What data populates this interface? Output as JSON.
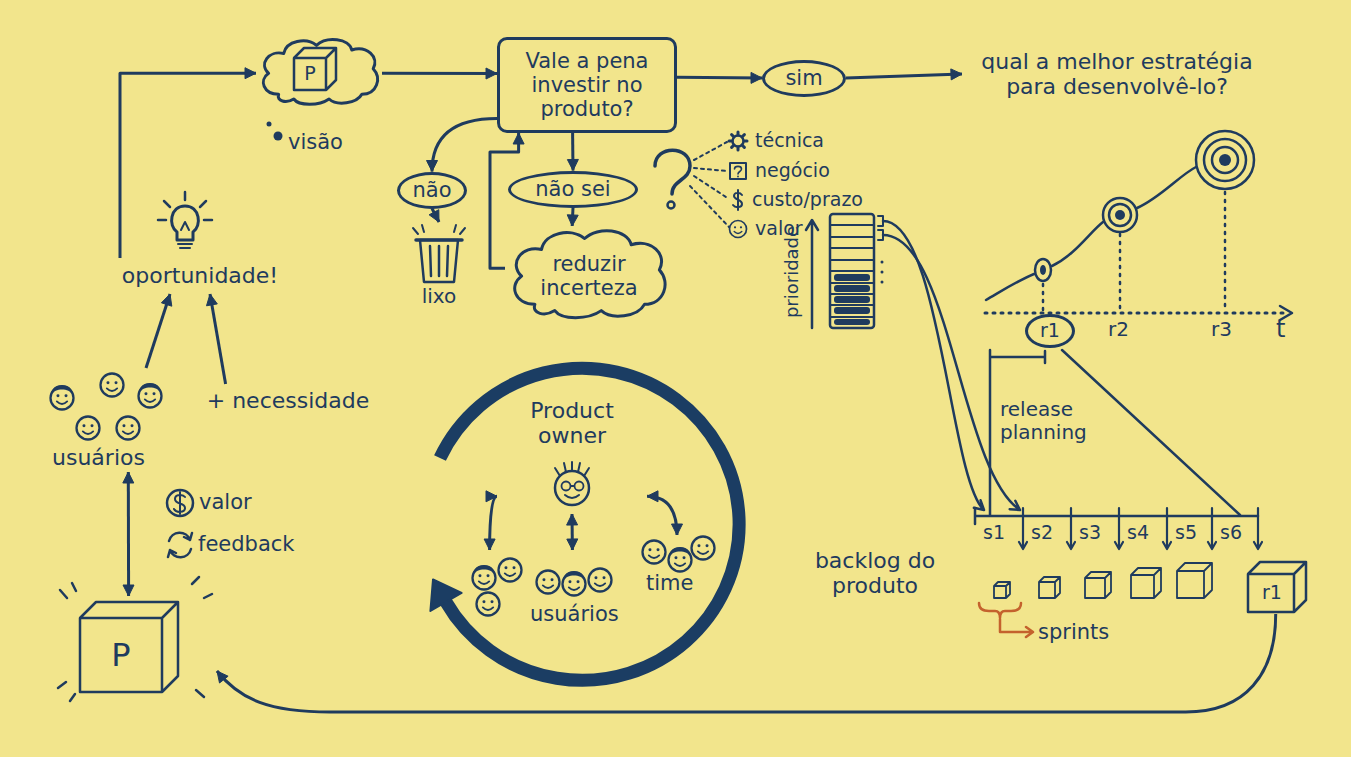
{
  "diagram": {
    "nodes": [
      {
        "text": [
          "visão"
        ]
      },
      {
        "text": [
          "P"
        ],
        "in": 0
      },
      {
        "text": [
          "Vale a pena investir no produto?"
        ]
      },
      {
        "text": [
          "sim"
        ]
      },
      {
        "text": [
          "não"
        ]
      },
      {
        "text": [
          "não sei"
        ]
      },
      {
        "text": [
          "reduzir incerteza"
        ]
      },
      {
        "text": [
          "lixo"
        ]
      },
      {
        "text": [
          "qual a melhor estratégia para desenvolvê-lo?"
        ]
      },
      {
        "text": [
          "oportunidade!"
        ]
      },
      {
        "text": [
          "usuários"
        ]
      },
      {
        "text": [
          "+ necessidade"
        ]
      },
      {
        "text": [
          "P"
        ]
      },
      {
        "text": [
          "Product owner"
        ]
      },
      {
        "text": [
          "usuários"
        ]
      },
      {
        "text": [
          "time"
        ]
      },
      {
        "text": [
          "backlog do produto"
        ]
      },
      {
        "text": [
          "r1"
        ]
      },
      {
        "text": [
          "r1"
        ]
      }
    ],
    "edges": [
      {
        "from": 9,
        "to": 0,
        "arrow": "to"
      },
      {
        "from": 10,
        "to": 9,
        "arrow": "to"
      },
      {
        "from": 11,
        "to": 9,
        "arrow": "to"
      },
      {
        "from": 0,
        "to": 2,
        "arrow": "to"
      },
      {
        "from": 2,
        "to": 3,
        "arrow": "to"
      },
      {
        "from": 3,
        "to": 8,
        "arrow": "to"
      },
      {
        "from": 2,
        "to": 4,
        "arrow": "to"
      },
      {
        "from": 2,
        "to": 5,
        "arrow": "to"
      },
      {
        "from": 5,
        "to": 6,
        "arrow": "to"
      },
      {
        "from": 6,
        "to": 2,
        "arrow": "to"
      },
      {
        "from": 4,
        "to": 7,
        "arrow": "to"
      },
      {
        "from": 10,
        "to": 12,
        "arrow": "both"
      },
      {
        "from": 13,
        "to": 14,
        "arrow": "both"
      },
      {
        "from": 13,
        "to": 14,
        "arrow": "both"
      },
      {
        "from": 13,
        "to": 15,
        "arrow": "both"
      },
      {
        "from": 18,
        "to": 12,
        "arrow": "to"
      }
    ],
    "labels": [
      "técnica",
      "negócio",
      "custo/prazo",
      "valor",
      "r2",
      "r3",
      "t",
      "release planning",
      "prioridade",
      "s1",
      "s2",
      "s3",
      "s4",
      "s5",
      "s6",
      "sprints",
      "valor",
      "feedback"
    ]
  }
}
